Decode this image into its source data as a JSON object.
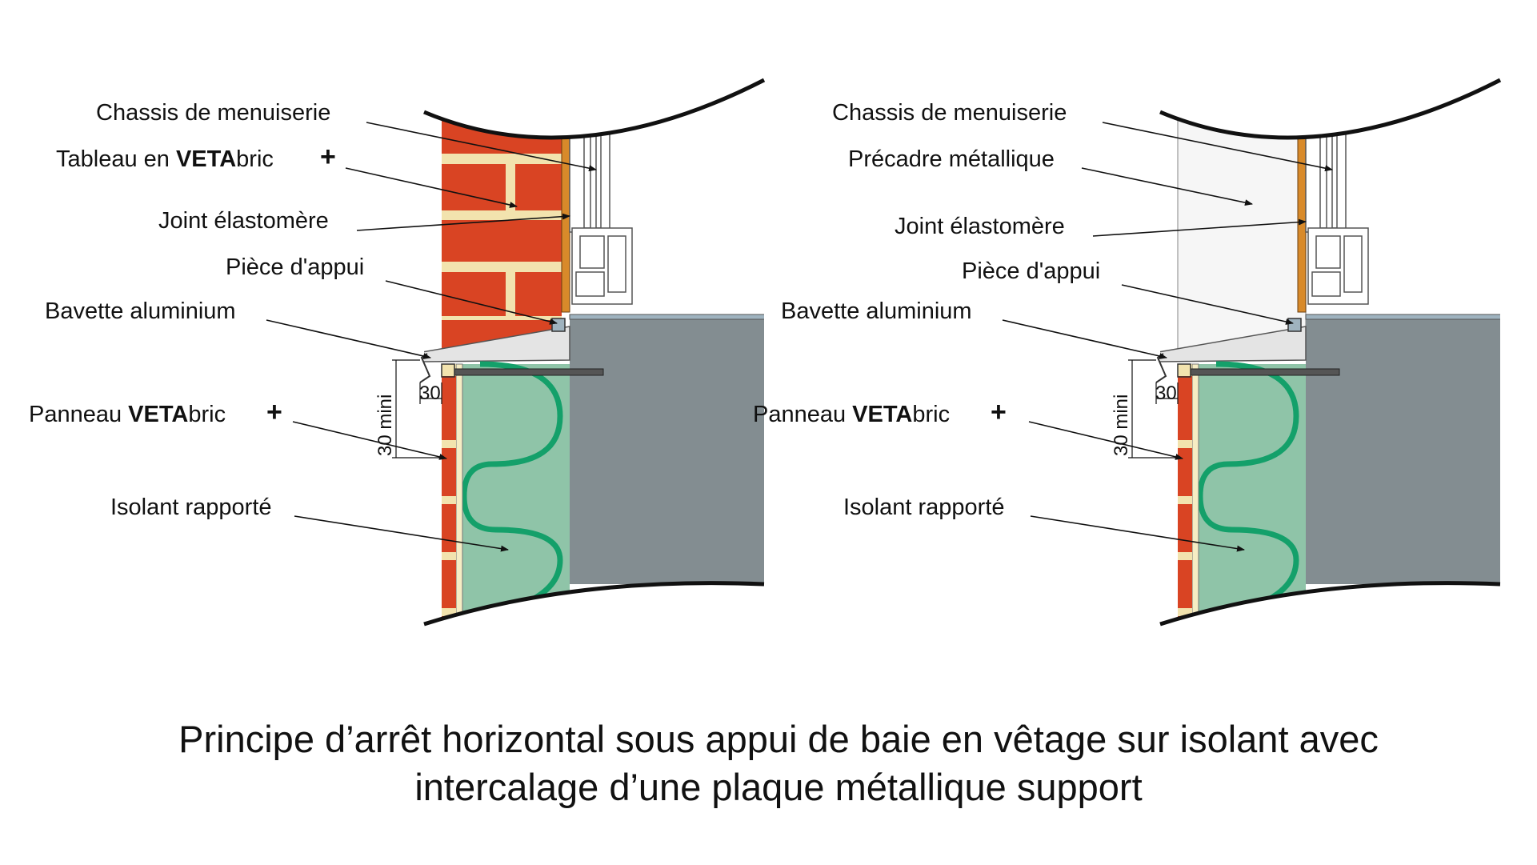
{
  "left_diagram": {
    "labels": {
      "chassis": "Chassis de menuiserie",
      "tableau_prefix": "Tableau en ",
      "tableau_brand_bold": "VETA",
      "tableau_brand_rest": "bric",
      "joint": "Joint élastomère",
      "piece": "Pièce d'appui",
      "bavette": "Bavette aluminium",
      "panneau_prefix": "Panneau ",
      "panneau_brand_bold": "VETA",
      "panneau_brand_rest": "bric",
      "isolant": "Isolant rapporté"
    },
    "plus_mark": "+",
    "dim_30": "30",
    "dim_30_mini": "30 mini"
  },
  "right_diagram": {
    "labels": {
      "chassis": "Chassis de menuiserie",
      "precadre": "Précadre métallique",
      "joint": "Joint élastomère",
      "piece": "Pièce d'appui",
      "bavette": "Bavette aluminium",
      "panneau_prefix": "Panneau ",
      "panneau_brand_bold": "VETA",
      "panneau_brand_rest": "bric",
      "isolant": "Isolant rapporté"
    },
    "plus_mark": "+",
    "dim_30": "30",
    "dim_30_mini": "30 mini"
  },
  "caption": {
    "line1": "Principe d’arrêt horizontal sous appui de baie en vêtage sur isolant avec",
    "line2": "intercalage d’une plaque métallique support"
  },
  "colors": {
    "brick": "#d94423",
    "mortar": "#f2e3ae",
    "insulation": "#8fc4a8",
    "insulation_wave": "#14a06a",
    "concrete": "#838d91",
    "sill": "#e4e4e4",
    "timber": "#d88a2a",
    "precadre_fill": "#f6f6f6"
  }
}
